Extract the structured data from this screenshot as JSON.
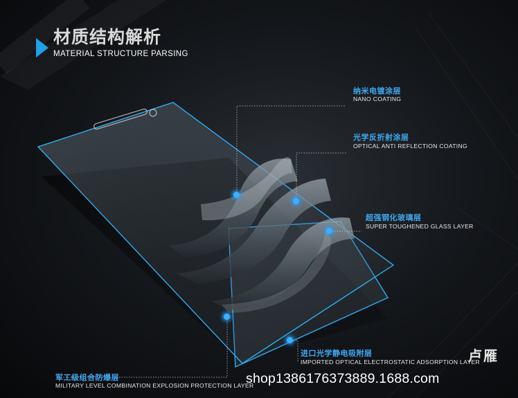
{
  "header": {
    "title": "材质结构解析",
    "subtitle": "MATERIAL STRUCTURE PARSING"
  },
  "layers": [
    {
      "title": "纳米电镀涂层",
      "subtitle": "NANO COATING"
    },
    {
      "title": "光学反折射涂层",
      "subtitle": "OPTICAL ANTI REFLECTION COATING"
    },
    {
      "title": "超强钢化玻璃层",
      "subtitle": "SUPER TOUGHENED GLASS LAYER"
    },
    {
      "title": "进口光学静电吸附层",
      "subtitle": "IMPORTED OPTICAL ELECTROSTATIC ADSORPTION LAYER"
    },
    {
      "title": "军工级组合防爆层",
      "subtitle": "MILITARY LEVEL COMBINATION EXPLOSION PROTECTION LAYER"
    }
  ],
  "watermark": {
    "name": "卢雁",
    "url": "shop1386176373889.1688.com"
  },
  "colors": {
    "accent": "#3fa8f0",
    "glass_edge": "#2fb5ff",
    "background": "#15181c"
  }
}
